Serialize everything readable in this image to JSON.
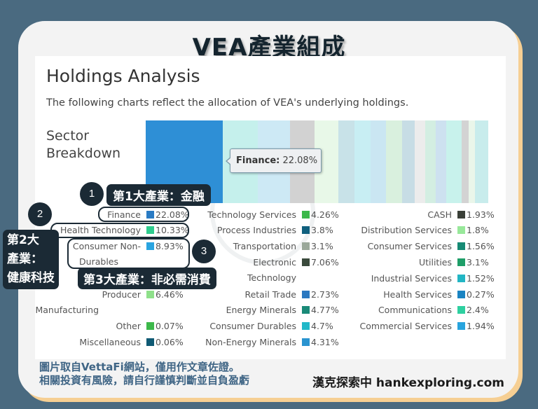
{
  "banner_title": "VEA產業組成",
  "panel": {
    "title": "Holdings Analysis",
    "subtitle": "The following charts reflect the allocation of VEA's underlying holdings.",
    "sector_label_line1": "Sector",
    "sector_label_line2": "Breakdown"
  },
  "tooltip": {
    "label": "Finance:",
    "value": "22.08%"
  },
  "bar_segments": [
    {
      "color": "#2e8fd6",
      "width": 110
    },
    {
      "color": "#c5f0ec",
      "width": 50
    },
    {
      "color": "#cde9f5",
      "width": 46
    },
    {
      "color": "#d2d2d2",
      "width": 35
    },
    {
      "color": "#e8f8e8",
      "width": 34
    },
    {
      "color": "#c8e2e8",
      "width": 23
    },
    {
      "color": "#c8eef3",
      "width": 23
    },
    {
      "color": "#cae6f2",
      "width": 22
    },
    {
      "color": "#d9f0de",
      "width": 23
    },
    {
      "color": "#c7dde5",
      "width": 18
    },
    {
      "color": "#ececec",
      "width": 15
    },
    {
      "color": "#d3eee2",
      "width": 15
    },
    {
      "color": "#cde1f0",
      "width": 15
    },
    {
      "color": "#c8f2ec",
      "width": 22
    },
    {
      "color": "#d3d3d3",
      "width": 10
    },
    {
      "color": "#eaf6ea",
      "width": 9
    },
    {
      "color": "#c8ecec",
      "width": 19
    }
  ],
  "legend": {
    "col1": [
      {
        "name": "Finance",
        "value": "22.08%",
        "color": "#2a7bc4"
      },
      {
        "name": "Health Technology",
        "value": "10.33%",
        "color": "#2ecc8e"
      },
      {
        "name": "Consumer Non-",
        "name2": "Durables",
        "value": "8.93%",
        "color": "#2aa4e0"
      },
      {
        "name": "Producer",
        "name2": "Manufacturing",
        "value": "6.46%",
        "color": "#8ee08a"
      },
      {
        "name": "Other",
        "value": "0.07%",
        "color": "#3cb84a"
      },
      {
        "name": "Miscellaneous",
        "value": "0.06%",
        "color": "#0f5a74"
      }
    ],
    "col2": [
      {
        "name": "Technology Services",
        "value": "4.26%",
        "color": "#3cb84a"
      },
      {
        "name": "Process Industries",
        "value": "3.8%",
        "color": "#10607e"
      },
      {
        "name": "Transportation",
        "value": "3.1%",
        "color": "#9aa89a"
      },
      {
        "name": "Electronic",
        "name2": "Technology",
        "value": "7.06%",
        "color": "#3a4a3c"
      },
      {
        "name": "Retail Trade",
        "value": "2.73%",
        "color": "#2a78c0"
      },
      {
        "name": "Energy Minerals",
        "value": "4.77%",
        "color": "#1a8a78"
      },
      {
        "name": "Consumer Durables",
        "value": "4.7%",
        "color": "#22b8c8"
      },
      {
        "name": "Non-Energy Minerals",
        "value": "4.31%",
        "color": "#2a94d0"
      }
    ],
    "col3": [
      {
        "name": "CASH",
        "value": "1.93%",
        "color": "#3a4038"
      },
      {
        "name": "Distribution Services",
        "value": "1.8%",
        "color": "#98e89a"
      },
      {
        "name": "Consumer Services",
        "value": "1.56%",
        "color": "#168a74"
      },
      {
        "name": "Utilities",
        "value": "3.1%",
        "color": "#1e9e68"
      },
      {
        "name": "Industrial Services",
        "value": "1.52%",
        "color": "#22b6c4"
      },
      {
        "name": "Health Services",
        "value": "0.27%",
        "color": "#1a84c2"
      },
      {
        "name": "Communications",
        "value": "2.4%",
        "color": "#2ed0a0"
      },
      {
        "name": "Commercial Services",
        "value": "1.94%",
        "color": "#28a4de"
      }
    ]
  },
  "annotations": {
    "n1": "1",
    "n2": "2",
    "n3": "3",
    "tag1": "第1大產業：金融",
    "tag2_line1": "第2大",
    "tag2_line2": "產業：",
    "tag2_line3": "健康科技",
    "tag3": "第3大產業：非必需消費"
  },
  "footer": {
    "disclaimer_line1": "圖片取自VettaFi網站，僅用作文章佐證。",
    "disclaimer_line2": "相關投資有風險，請自行謹慎判斷並自負盈虧",
    "brand": "漢克探索中 hankexploring.com"
  }
}
